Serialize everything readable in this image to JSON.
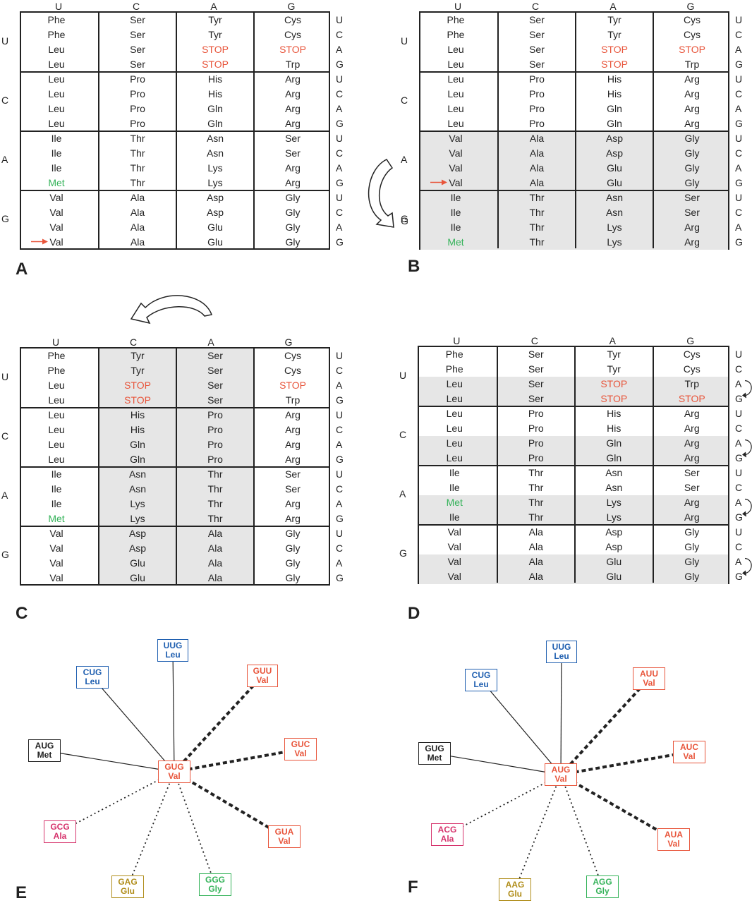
{
  "colors": {
    "stop": "#e8553b",
    "met": "#35b35a",
    "val": "#e8553b",
    "leu": "#1f5fb0",
    "ala": "#d6336c",
    "glu": "#b08d1a",
    "gly": "#35b35a",
    "black": "#222222",
    "shade": "#e6e6e6"
  },
  "panels": [
    {
      "label": "A",
      "columns": [
        "U",
        "C",
        "A",
        "G"
      ],
      "first_bases": [
        "U",
        "C",
        "A",
        "G"
      ],
      "third_bases": [
        "U",
        "C",
        "A",
        "G",
        "U",
        "C",
        "A",
        "G",
        "U",
        "C",
        "A",
        "G",
        "U",
        "C",
        "A",
        "G"
      ],
      "rows": [
        [
          "Phe",
          "Ser",
          "Tyr",
          "Cys"
        ],
        [
          "Phe",
          "Ser",
          "Tyr",
          "Cys"
        ],
        [
          "Leu",
          "Ser",
          "STOP",
          "STOP"
        ],
        [
          "Leu",
          "Ser",
          "STOP",
          "Trp"
        ],
        [
          "Leu",
          "Pro",
          "His",
          "Arg"
        ],
        [
          "Leu",
          "Pro",
          "His",
          "Arg"
        ],
        [
          "Leu",
          "Pro",
          "Gln",
          "Arg"
        ],
        [
          "Leu",
          "Pro",
          "Gln",
          "Arg"
        ],
        [
          "Ile",
          "Thr",
          "Asn",
          "Ser"
        ],
        [
          "Ile",
          "Thr",
          "Asn",
          "Ser"
        ],
        [
          "Ile",
          "Thr",
          "Lys",
          "Arg"
        ],
        [
          "Met",
          "Thr",
          "Lys",
          "Arg"
        ],
        [
          "Val",
          "Ala",
          "Asp",
          "Gly"
        ],
        [
          "Val",
          "Ala",
          "Asp",
          "Gly"
        ],
        [
          "Val",
          "Ala",
          "Glu",
          "Gly"
        ],
        [
          "Val",
          "Ala",
          "Glu",
          "Gly"
        ]
      ]
    },
    {
      "label": "B",
      "columns": [
        "U",
        "C",
        "A",
        "G"
      ],
      "first_bases": [
        "U",
        "C",
        "A",
        "G"
      ],
      "third_bases": [
        "U",
        "C",
        "A",
        "G",
        "U",
        "C",
        "A",
        "G",
        "U",
        "C",
        "A",
        "G",
        "U",
        "C",
        "A",
        "G"
      ],
      "rows": [
        [
          "Phe",
          "Ser",
          "Tyr",
          "Cys"
        ],
        [
          "Phe",
          "Ser",
          "Tyr",
          "Cys"
        ],
        [
          "Leu",
          "Ser",
          "STOP",
          "STOP"
        ],
        [
          "Leu",
          "Ser",
          "STOP",
          "Trp"
        ],
        [
          "Leu",
          "Pro",
          "His",
          "Arg"
        ],
        [
          "Leu",
          "Pro",
          "His",
          "Arg"
        ],
        [
          "Leu",
          "Pro",
          "Gln",
          "Arg"
        ],
        [
          "Leu",
          "Pro",
          "Gln",
          "Arg"
        ],
        [
          "Val",
          "Ala",
          "Asp",
          "Gly"
        ],
        [
          "Val",
          "Ala",
          "Asp",
          "Gly"
        ],
        [
          "Val",
          "Ala",
          "Glu",
          "Gly"
        ],
        [
          "Val",
          "Ala",
          "Glu",
          "Gly"
        ],
        [
          "Ile",
          "Thr",
          "Asn",
          "Ser"
        ],
        [
          "Ile",
          "Thr",
          "Asn",
          "Ser"
        ],
        [
          "Ile",
          "Thr",
          "Lys",
          "Arg"
        ],
        [
          "Met",
          "Thr",
          "Lys",
          "Arg"
        ]
      ],
      "swap_label": "G"
    },
    {
      "label": "C",
      "columns": [
        "U",
        "C",
        "A",
        "G"
      ],
      "first_bases": [
        "U",
        "C",
        "A",
        "G"
      ],
      "third_bases": [
        "U",
        "C",
        "A",
        "G",
        "U",
        "C",
        "A",
        "G",
        "U",
        "C",
        "A",
        "G",
        "U",
        "C",
        "A",
        "G"
      ],
      "rows": [
        [
          "Phe",
          "Tyr",
          "Ser",
          "Cys"
        ],
        [
          "Phe",
          "Tyr",
          "Ser",
          "Cys"
        ],
        [
          "Leu",
          "STOP",
          "Ser",
          "STOP"
        ],
        [
          "Leu",
          "STOP",
          "Ser",
          "Trp"
        ],
        [
          "Leu",
          "His",
          "Pro",
          "Arg"
        ],
        [
          "Leu",
          "His",
          "Pro",
          "Arg"
        ],
        [
          "Leu",
          "Gln",
          "Pro",
          "Arg"
        ],
        [
          "Leu",
          "Gln",
          "Pro",
          "Arg"
        ],
        [
          "Ile",
          "Asn",
          "Thr",
          "Ser"
        ],
        [
          "Ile",
          "Asn",
          "Thr",
          "Ser"
        ],
        [
          "Ile",
          "Lys",
          "Thr",
          "Arg"
        ],
        [
          "Met",
          "Lys",
          "Thr",
          "Arg"
        ],
        [
          "Val",
          "Asp",
          "Ala",
          "Gly"
        ],
        [
          "Val",
          "Asp",
          "Ala",
          "Gly"
        ],
        [
          "Val",
          "Glu",
          "Ala",
          "Gly"
        ],
        [
          "Val",
          "Glu",
          "Ala",
          "Gly"
        ]
      ]
    },
    {
      "label": "D",
      "columns": [
        "U",
        "C",
        "A",
        "G"
      ],
      "first_bases": [
        "U",
        "C",
        "A",
        "G"
      ],
      "third_bases": [
        "U",
        "C",
        "A",
        "G",
        "U",
        "C",
        "A",
        "G",
        "U",
        "C",
        "A",
        "G",
        "U",
        "C",
        "A",
        "G"
      ],
      "rows": [
        [
          "Phe",
          "Ser",
          "Tyr",
          "Cys"
        ],
        [
          "Phe",
          "Ser",
          "Tyr",
          "Cys"
        ],
        [
          "Leu",
          "Ser",
          "STOP",
          "Trp"
        ],
        [
          "Leu",
          "Ser",
          "STOP",
          "STOP"
        ],
        [
          "Leu",
          "Pro",
          "His",
          "Arg"
        ],
        [
          "Leu",
          "Pro",
          "His",
          "Arg"
        ],
        [
          "Leu",
          "Pro",
          "Gln",
          "Arg"
        ],
        [
          "Leu",
          "Pro",
          "Gln",
          "Arg"
        ],
        [
          "Ile",
          "Thr",
          "Asn",
          "Ser"
        ],
        [
          "Ile",
          "Thr",
          "Asn",
          "Ser"
        ],
        [
          "Met",
          "Thr",
          "Lys",
          "Arg"
        ],
        [
          "Ile",
          "Thr",
          "Lys",
          "Arg"
        ],
        [
          "Val",
          "Ala",
          "Asp",
          "Gly"
        ],
        [
          "Val",
          "Ala",
          "Asp",
          "Gly"
        ],
        [
          "Val",
          "Ala",
          "Glu",
          "Gly"
        ],
        [
          "Val",
          "Ala",
          "Glu",
          "Gly"
        ]
      ]
    }
  ],
  "stars": [
    {
      "label": "E",
      "center": {
        "codon": "GUG",
        "aa": "Val",
        "color": "val"
      },
      "nodes": [
        {
          "codon": "UUG",
          "aa": "Leu",
          "color": "leu",
          "line": "solid"
        },
        {
          "codon": "CUG",
          "aa": "Leu",
          "color": "leu",
          "line": "solid"
        },
        {
          "codon": "AUG",
          "aa": "Met",
          "color": "black",
          "line": "solid"
        },
        {
          "codon": "GUU",
          "aa": "Val",
          "color": "val",
          "line": "thick-dash"
        },
        {
          "codon": "GUC",
          "aa": "Val",
          "color": "val",
          "line": "thick-dash"
        },
        {
          "codon": "GUA",
          "aa": "Val",
          "color": "val",
          "line": "thick-dash"
        },
        {
          "codon": "GCG",
          "aa": "Ala",
          "color": "ala",
          "line": "dotted"
        },
        {
          "codon": "GAG",
          "aa": "Glu",
          "color": "glu",
          "line": "dotted"
        },
        {
          "codon": "GGG",
          "aa": "Gly",
          "color": "gly",
          "line": "dotted"
        }
      ]
    },
    {
      "label": "F",
      "center": {
        "codon": "AUG",
        "aa": "Val",
        "color": "val"
      },
      "nodes": [
        {
          "codon": "UUG",
          "aa": "Leu",
          "color": "leu",
          "line": "solid"
        },
        {
          "codon": "CUG",
          "aa": "Leu",
          "color": "leu",
          "line": "solid"
        },
        {
          "codon": "GUG",
          "aa": "Met",
          "color": "black",
          "line": "solid"
        },
        {
          "codon": "AUU",
          "aa": "Val",
          "color": "val",
          "line": "thick-dash"
        },
        {
          "codon": "AUC",
          "aa": "Val",
          "color": "val",
          "line": "thick-dash"
        },
        {
          "codon": "AUA",
          "aa": "Val",
          "color": "val",
          "line": "thick-dash"
        },
        {
          "codon": "ACG",
          "aa": "Ala",
          "color": "ala",
          "line": "dotted"
        },
        {
          "codon": "AAG",
          "aa": "Glu",
          "color": "glu",
          "line": "dotted"
        },
        {
          "codon": "AGG",
          "aa": "Gly",
          "color": "gly",
          "line": "dotted"
        }
      ]
    }
  ]
}
